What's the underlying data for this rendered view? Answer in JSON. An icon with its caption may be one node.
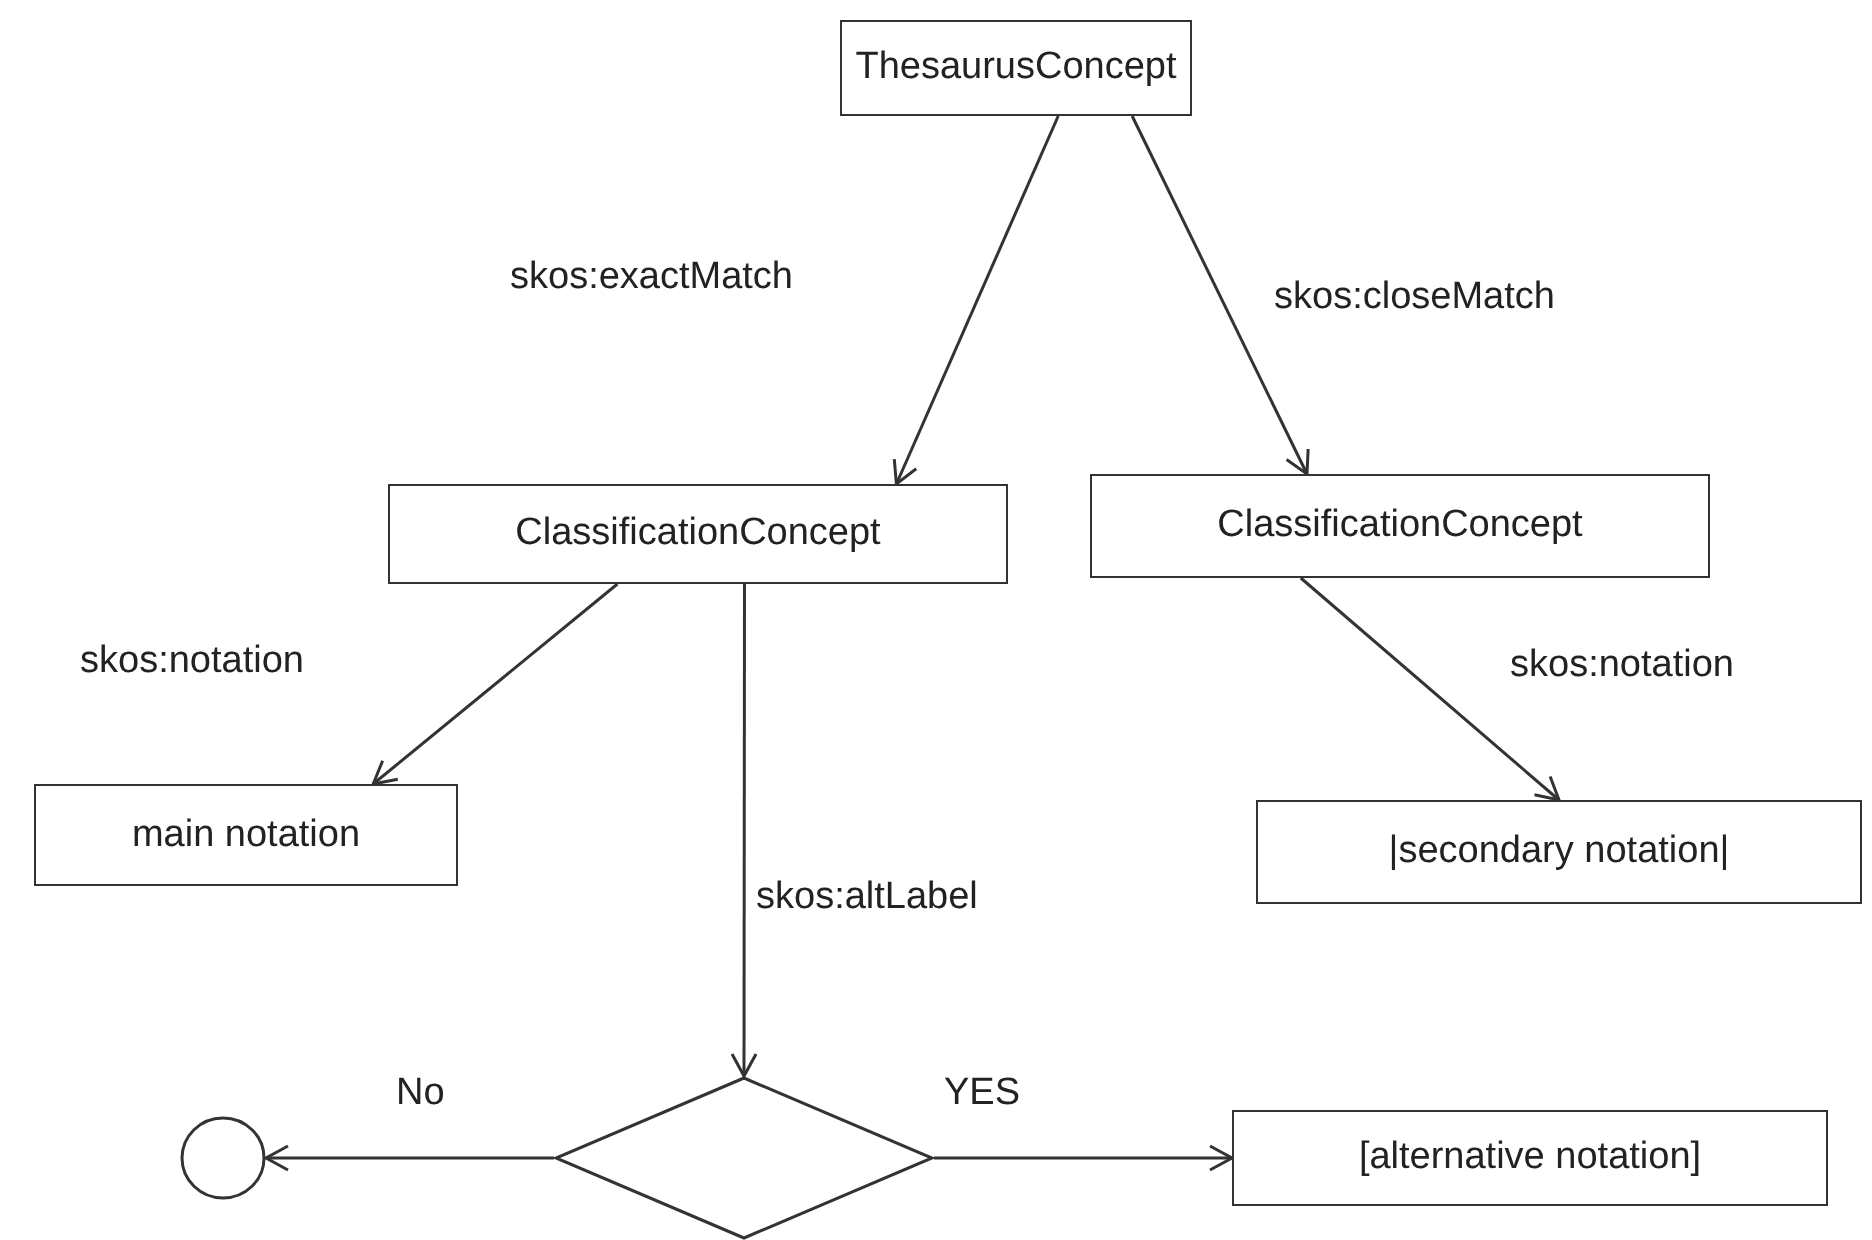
{
  "diagram": {
    "nodes": [
      {
        "text": [
          "ThesaurusConcept"
        ]
      },
      {
        "text": [
          "ClassificationConcept"
        ]
      },
      {
        "text": [
          "ClassificationConcept"
        ]
      },
      {
        "text": [
          "main notation"
        ]
      },
      {
        "text": [
          "|secondary notation|"
        ]
      },
      {
        "text": [],
        "shape": "diamond"
      },
      {
        "text": [],
        "shape": "circle"
      },
      {
        "text": [
          "[alternative notation]"
        ]
      }
    ],
    "edges": [
      {
        "from": 0,
        "to": 1,
        "arrow": "to",
        "label": "skos:exactMatch"
      },
      {
        "from": 0,
        "to": 2,
        "arrow": "to",
        "label": "skos:closeMatch"
      },
      {
        "from": 1,
        "to": 3,
        "arrow": "to",
        "label": "skos:notation"
      },
      {
        "from": 1,
        "to": 5,
        "arrow": "to",
        "label": "skos:altLabel"
      },
      {
        "from": 2,
        "to": 4,
        "arrow": "to",
        "label": "skos:notation"
      },
      {
        "from": 5,
        "to": 6,
        "arrow": "to",
        "label": "No"
      },
      {
        "from": 5,
        "to": 7,
        "arrow": "to",
        "label": "YES"
      }
    ]
  }
}
